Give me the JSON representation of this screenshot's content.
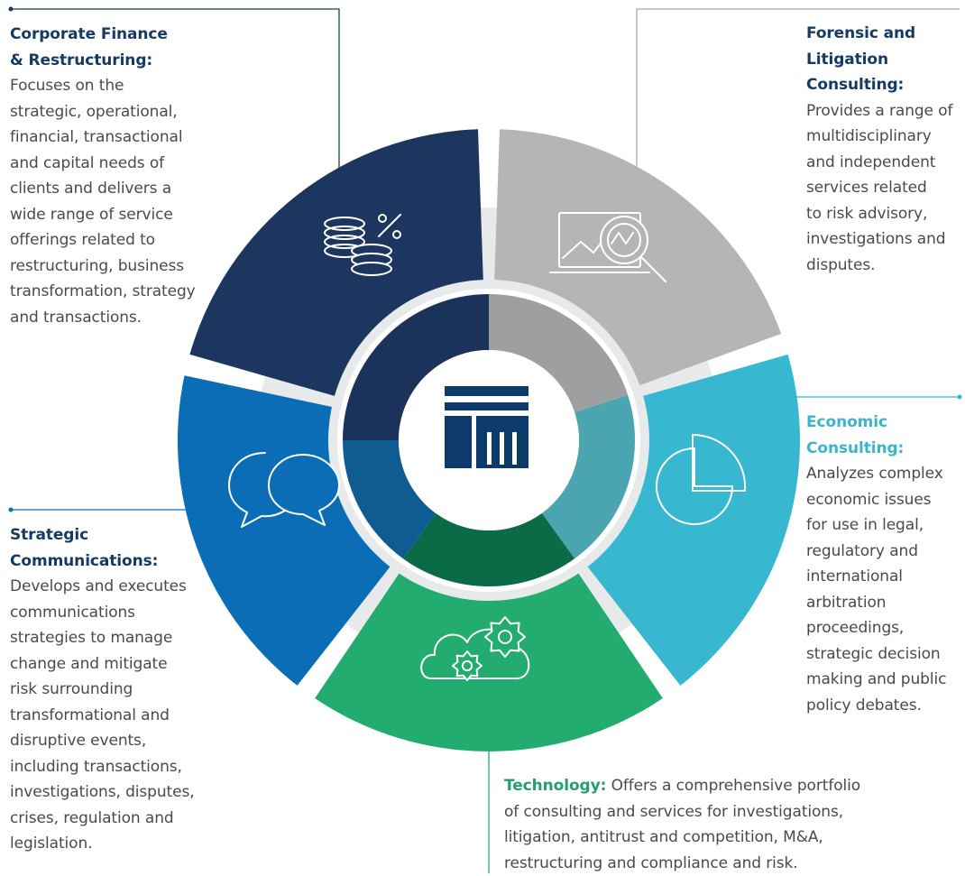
{
  "colors": {
    "corporate_finance": "#1c365f",
    "forensic": "#b3b5b7",
    "economic": "#38b7d0",
    "technology": "#22ac70",
    "strategic": "#0b6db5",
    "title_dark": "#163b63",
    "title_economic": "#3bb4cc",
    "title_technology": "#23a06d",
    "body_text": "#4a4a4a",
    "ring_light": "#e8e9eb",
    "logo": "#0c3a6a"
  },
  "segments": [
    {
      "id": "corporate-finance",
      "icon": "coins-percent-icon"
    },
    {
      "id": "forensic-litigation",
      "icon": "magnifier-chart-icon"
    },
    {
      "id": "economic-consulting",
      "icon": "pie-chart-icon"
    },
    {
      "id": "technology",
      "icon": "cloud-gears-icon"
    },
    {
      "id": "strategic-communications",
      "icon": "speech-bubbles-icon"
    }
  ],
  "center_logo": {
    "icon": "company-logo-icon"
  },
  "blocks": {
    "corporate_finance": {
      "title_lines": [
        "Corporate Finance",
        "& Restructuring:"
      ],
      "body_lines": [
        "Focuses on the",
        "strategic, operational,",
        "financial, transactional",
        "and capital needs of",
        "clients and delivers a",
        "wide range of service",
        "offerings related to",
        "restructuring, business",
        "transformation, strategy",
        "and transactions."
      ]
    },
    "forensic": {
      "title_lines": [
        "Forensic and",
        "Litigation",
        "Consulting:"
      ],
      "body_lines": [
        "Provides a range of",
        "multidisciplinary",
        "and independent",
        "services related",
        "to risk advisory,",
        "investigations and",
        "disputes."
      ]
    },
    "economic": {
      "title_lines": [
        "Economic",
        "Consulting:"
      ],
      "body_lines": [
        "Analyzes complex",
        "economic issues",
        "for use in legal,",
        "regulatory and",
        "international",
        "arbitration",
        "proceedings,",
        "strategic decision",
        "making and public",
        "policy debates."
      ]
    },
    "strategic": {
      "title_lines": [
        "Strategic",
        "Communications:"
      ],
      "body_lines": [
        "Develops and executes",
        "communications",
        "strategies to manage",
        "change and mitigate",
        "risk surrounding",
        "transformational and",
        "disruptive events,",
        "including transactions,",
        "investigations, disputes,",
        "crises, regulation and",
        "legislation."
      ]
    },
    "technology": {
      "title": "Technology:",
      "line1_rest": " Offers a comprehensive portfolio",
      "body_lines": [
        "of consulting and services for investigations,",
        "litigation, antitrust and competition, M&A,",
        "restructuring and compliance and risk."
      ]
    }
  }
}
